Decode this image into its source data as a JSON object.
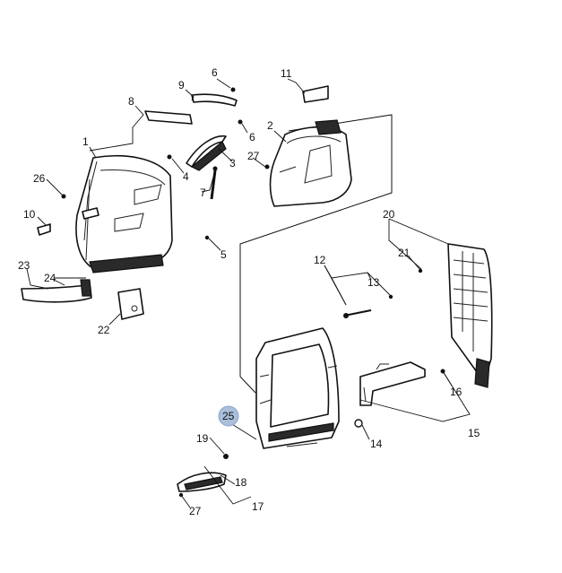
{
  "diagram": {
    "callouts": [
      {
        "id": "c1",
        "label": "1"
      },
      {
        "id": "c2",
        "label": "2"
      },
      {
        "id": "c3",
        "label": "3"
      },
      {
        "id": "c4",
        "label": "4"
      },
      {
        "id": "c5",
        "label": "5"
      },
      {
        "id": "c6a",
        "label": "6"
      },
      {
        "id": "c6b",
        "label": "6"
      },
      {
        "id": "c7",
        "label": "7"
      },
      {
        "id": "c8",
        "label": "8"
      },
      {
        "id": "c9",
        "label": "9"
      },
      {
        "id": "c10",
        "label": "10"
      },
      {
        "id": "c11",
        "label": "11"
      },
      {
        "id": "c12",
        "label": "12"
      },
      {
        "id": "c13",
        "label": "13"
      },
      {
        "id": "c14",
        "label": "14"
      },
      {
        "id": "c15",
        "label": "15"
      },
      {
        "id": "c16",
        "label": "16"
      },
      {
        "id": "c17",
        "label": "17"
      },
      {
        "id": "c18",
        "label": "18"
      },
      {
        "id": "c19",
        "label": "19"
      },
      {
        "id": "c20",
        "label": "20"
      },
      {
        "id": "c21",
        "label": "21"
      },
      {
        "id": "c22",
        "label": "22"
      },
      {
        "id": "c23",
        "label": "23"
      },
      {
        "id": "c24",
        "label": "24"
      },
      {
        "id": "c25",
        "label": "25",
        "highlighted": true
      },
      {
        "id": "c26",
        "label": "26"
      },
      {
        "id": "c27a",
        "label": "27"
      },
      {
        "id": "c27b",
        "label": "27"
      }
    ],
    "highlight_color": "#a9bfdc"
  }
}
